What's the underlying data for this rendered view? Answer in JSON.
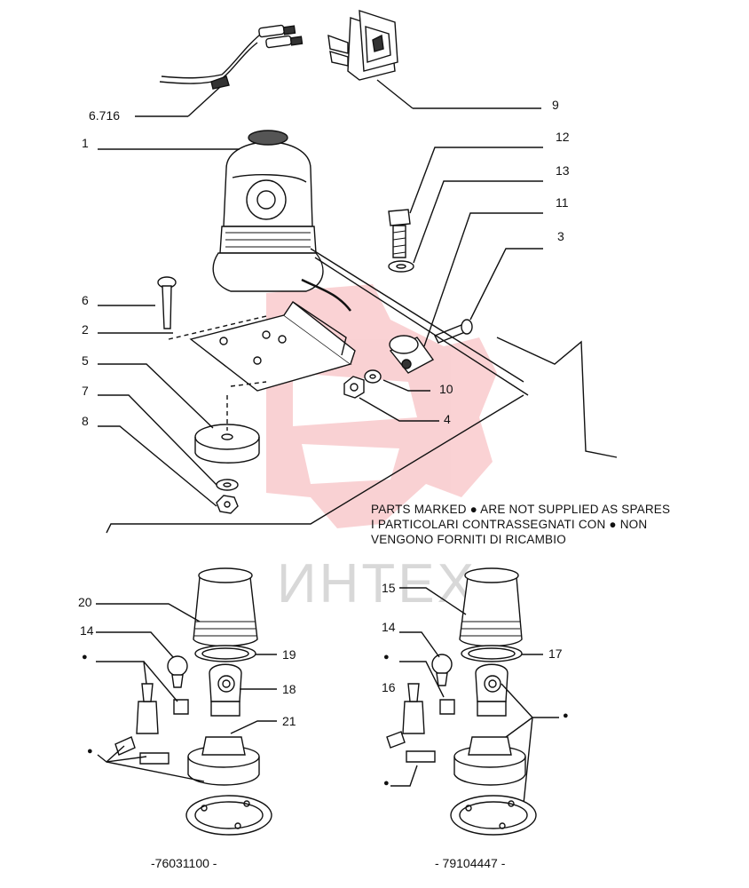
{
  "watermark": {
    "text": "ИНТЕХ",
    "color": "#e8323c"
  },
  "top_labels": {
    "l6716": "6.716",
    "l9": "9",
    "l1": "1",
    "l12": "12",
    "l13": "13",
    "l11": "11",
    "l3": "3",
    "l6": "6",
    "l2": "2",
    "l5": "5",
    "l7": "7",
    "l8": "8",
    "l10": "10",
    "l4": "4"
  },
  "note": {
    "line1": "PARTS MARKED ● ARE NOT SUPPLIED AS SPARES",
    "line2": "I PARTICOLARI CONTRASSEGNATI CON  ● NON",
    "line3": "VENGONO FORNITI DI RICAMBIO"
  },
  "left_assembly": {
    "l20": "20",
    "l14": "14",
    "l19": "19",
    "l18": "18",
    "l21": "21",
    "bullet1": "●",
    "bullet2": "●",
    "code": "-76031100 -"
  },
  "right_assembly": {
    "l15": "15",
    "l14": "14",
    "l17": "17",
    "l16": "16",
    "bullet1": "●",
    "bullet2": "●",
    "bullet3": "●",
    "code": "- 79104447 -"
  }
}
